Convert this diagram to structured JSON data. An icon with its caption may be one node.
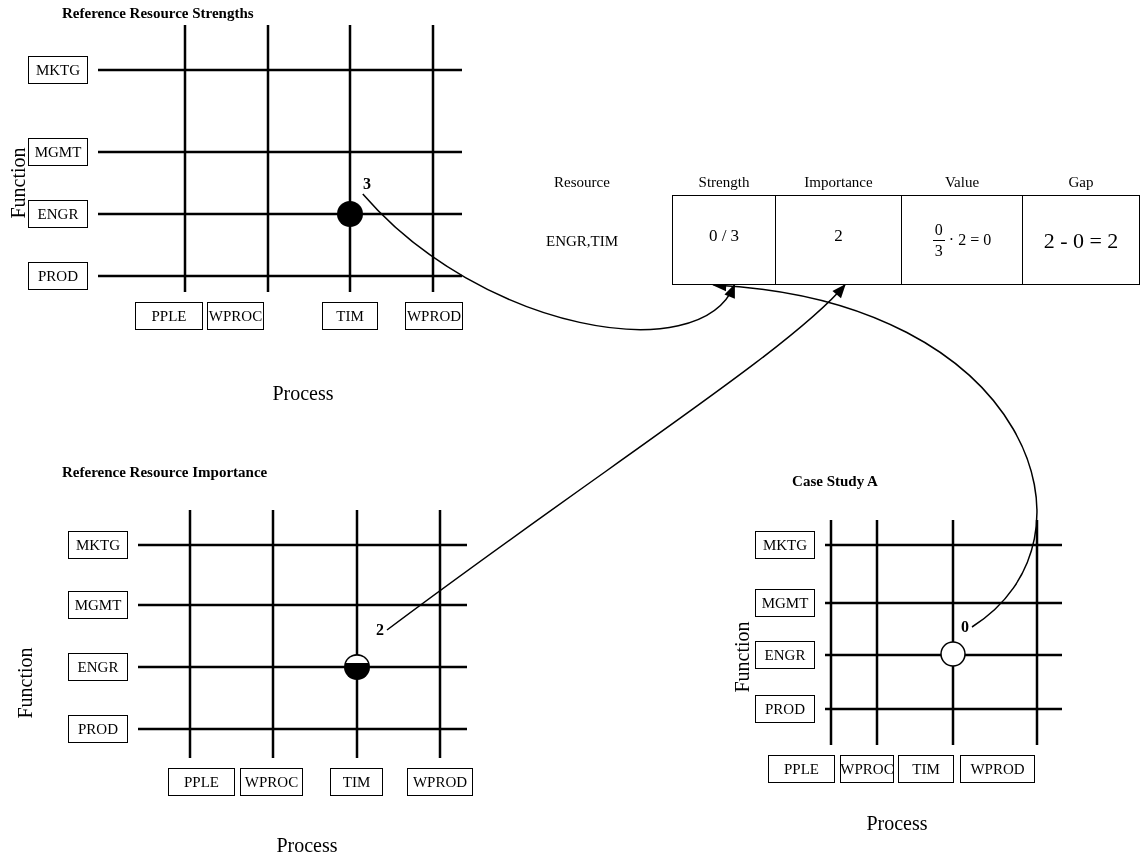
{
  "diagram": {
    "nodes": [
      {
        "text": [
          "MKTG"
        ]
      },
      {
        "text": [
          "MGMT"
        ]
      },
      {
        "text": [
          "ENGR"
        ]
      },
      {
        "text": [
          "PROD"
        ]
      },
      {
        "text": [
          "PPLE"
        ]
      },
      {
        "text": [
          "WPROC"
        ]
      },
      {
        "text": [
          "TIM"
        ]
      },
      {
        "text": [
          "WPROD"
        ]
      },
      {
        "text": [
          "3"
        ]
      },
      {
        "text": [
          "0 / 3"
        ]
      },
      {
        "text": [
          "2"
        ]
      },
      {
        "text": [
          "0",
          "3",
          "· 2 = 0"
        ]
      },
      {
        "text": [
          "2 - 0 = 2"
        ]
      },
      {
        "text": [
          "MKTG"
        ]
      },
      {
        "text": [
          "MGMT"
        ]
      },
      {
        "text": [
          "ENGR"
        ]
      },
      {
        "text": [
          "PROD"
        ]
      },
      {
        "text": [
          "PPLE"
        ]
      },
      {
        "text": [
          "WPROC"
        ]
      },
      {
        "text": [
          "TIM"
        ]
      },
      {
        "text": [
          "WPROD"
        ]
      },
      {
        "text": [
          "2"
        ]
      },
      {
        "text": [
          "MKTG"
        ]
      },
      {
        "text": [
          "MGMT"
        ]
      },
      {
        "text": [
          "ENGR"
        ]
      },
      {
        "text": [
          "PROD"
        ]
      },
      {
        "text": [
          "PPLE"
        ]
      },
      {
        "text": [
          "WPROC"
        ]
      },
      {
        "text": [
          "TIM"
        ]
      },
      {
        "text": [
          "WPROD"
        ]
      },
      {
        "text": [
          "0"
        ]
      }
    ],
    "edges": [
      {
        "from": 8,
        "to": 9,
        "arrow": "to"
      },
      {
        "from": 21,
        "to": 10,
        "arrow": "to"
      },
      {
        "from": 30,
        "to": 9,
        "arrow": "to"
      }
    ],
    "labels": [
      "Reference Resource Strengths",
      "Function",
      "Process",
      "Resource",
      "Strength",
      "Importance",
      "Value",
      "Gap",
      "ENGR,TIM",
      "Reference Resource Importance",
      "Function",
      "Process",
      "Case Study A",
      "Function",
      "Process"
    ]
  }
}
